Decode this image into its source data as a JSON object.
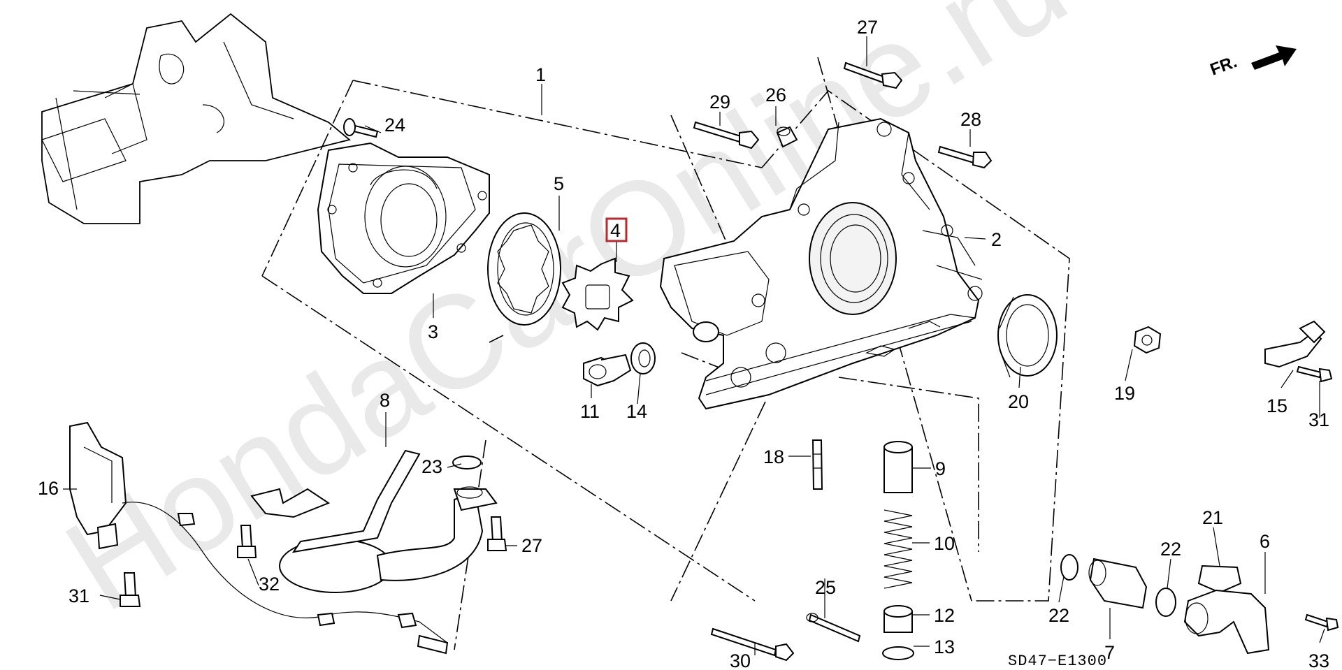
{
  "diagram": {
    "drawing_code": "SD47−E1300",
    "front_indicator": "FR.",
    "watermark": "HondaCarOnline.ru",
    "highlighted_part": "4",
    "highlight_color": "#c0272d",
    "callouts": {
      "c1": "1",
      "c2": "2",
      "c3": "3",
      "c4": "4",
      "c5": "5",
      "c6": "6",
      "c7": "7",
      "c8": "8",
      "c9": "9",
      "c10": "10",
      "c11": "11",
      "c12": "12",
      "c13": "13",
      "c14": "14",
      "c15": "15",
      "c16": "16",
      "c18": "18",
      "c19": "19",
      "c20": "20",
      "c21": "21",
      "c22a": "22",
      "c22b": "22",
      "c23": "23",
      "c24": "24",
      "c25": "25",
      "c26": "26",
      "c27a": "27",
      "c27b": "27",
      "c28": "28",
      "c29": "29",
      "c30": "30",
      "c31a": "31",
      "c31b": "31",
      "c32": "32",
      "c33": "33"
    }
  }
}
